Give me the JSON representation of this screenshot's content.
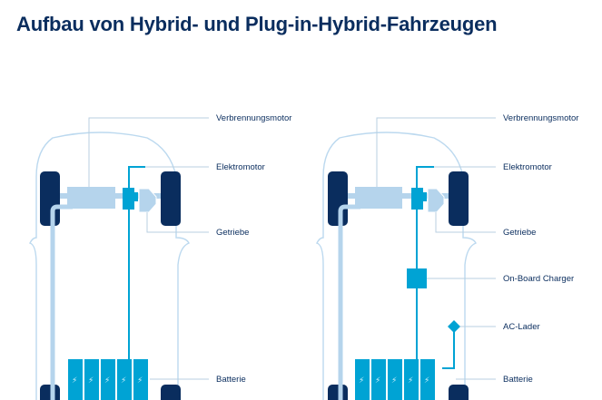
{
  "title": "Aufbau von Hybrid- und Plug-in-Hybrid-Fahrzeugen",
  "colors": {
    "title": "#0a2d5e",
    "navy": "#0a2d5e",
    "cyan": "#00a3d4",
    "light_blue": "#b5d4ec",
    "outline": "#bcd9ef",
    "leader": "#b9cfe0"
  },
  "icons": {
    "battery_cell": "lightning-bolt-icon"
  },
  "bolt_glyph": "⚡",
  "left_car": {
    "labels": {
      "engine": "Verbrennungsmotor",
      "motor": "Elektromotor",
      "gearbox": "Getriebe",
      "battery": "Batterie"
    }
  },
  "right_car": {
    "labels": {
      "engine": "Verbrennungsmotor",
      "motor": "Elektromotor",
      "gearbox": "Getriebe",
      "charger": "On-Board Charger",
      "ac_port": "AC-Lader",
      "battery": "Batterie"
    }
  }
}
